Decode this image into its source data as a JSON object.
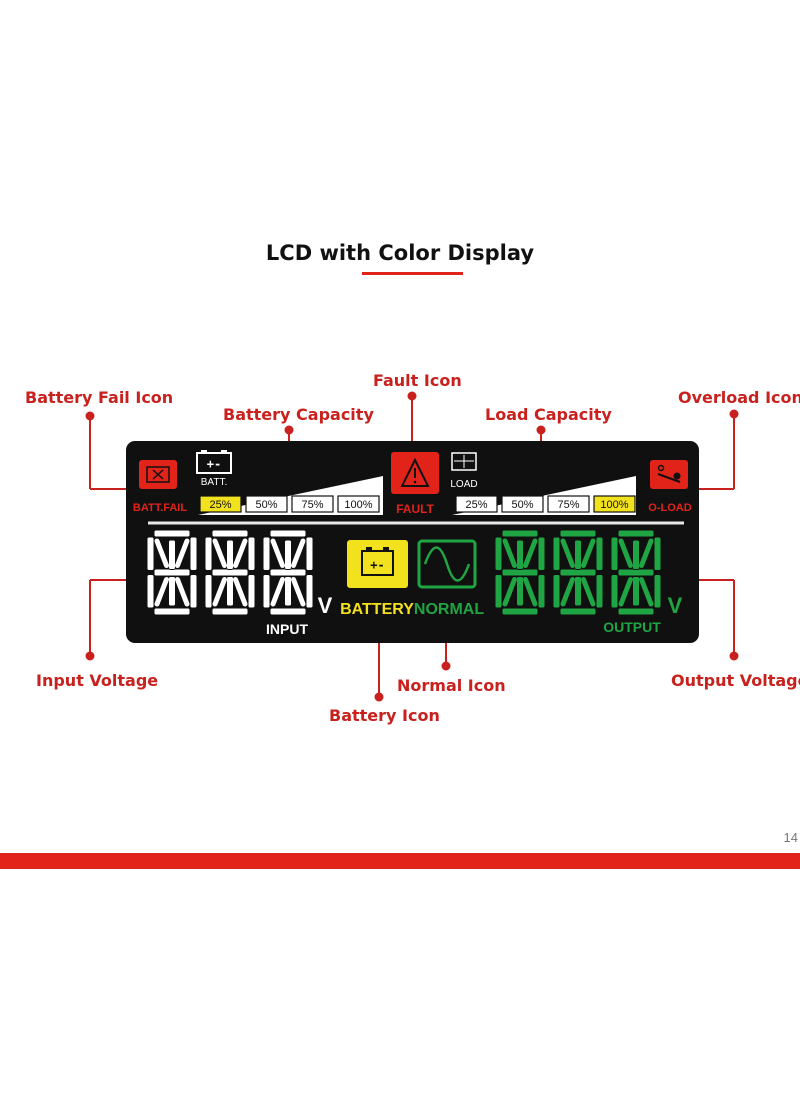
{
  "title": "LCD with Color Display",
  "page_number": "14",
  "callouts": {
    "battery_fail": "Battery Fail Icon",
    "battery_capacity": "Battery Capacity",
    "fault": "Fault Icon",
    "load_capacity": "Load Capacity",
    "overload": "Overload Icon",
    "input_voltage": "Input Voltage",
    "normal": "Normal Icon",
    "battery": "Battery Icon",
    "output_voltage": "Output Voltage"
  },
  "lcd": {
    "batt_fail_label": "BATT.FAIL",
    "batt_label": "BATT.",
    "battery_symbol": "+-",
    "fault_label": "FAULT",
    "load_label": "LOAD",
    "overload_label": "O-LOAD",
    "battery_levels": [
      "25%",
      "50%",
      "75%",
      "100%"
    ],
    "load_levels": [
      "25%",
      "50%",
      "75%",
      "100%"
    ],
    "input_label": "INPUT",
    "output_label": "OUTPUT",
    "volt_unit": "V",
    "battery_mode_label": "BATTERY",
    "normal_mode_label": "NORMAL",
    "input_digits": "888",
    "output_digits": "888"
  },
  "colors": {
    "accent_red": "#e2231a",
    "callout_red": "#c9211e",
    "lcd_background": "#101010",
    "battery_yellow": "#f2e21e",
    "output_green": "#1fa544",
    "digit_white": "#ffffff"
  }
}
